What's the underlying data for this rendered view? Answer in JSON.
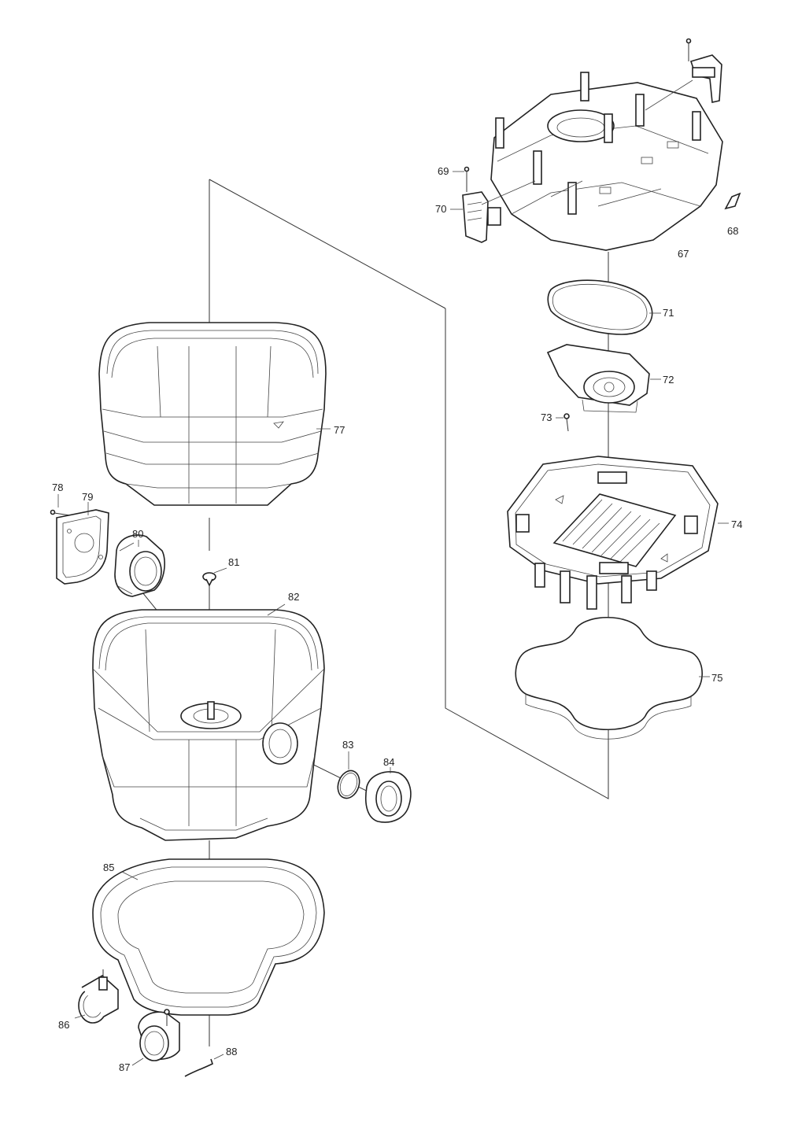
{
  "diagram": {
    "labels": {
      "p67": "67",
      "p68": "68",
      "p69": "69",
      "p70": "70",
      "p71": "71",
      "p72": "72",
      "p73": "73",
      "p74": "74",
      "p75": "75",
      "p77": "77",
      "p78": "78",
      "p79": "79",
      "p80": "80",
      "p81": "81",
      "p82": "82",
      "p83": "83",
      "p84": "84",
      "p85": "85",
      "p86": "86",
      "p87": "87",
      "p88": "88"
    }
  }
}
